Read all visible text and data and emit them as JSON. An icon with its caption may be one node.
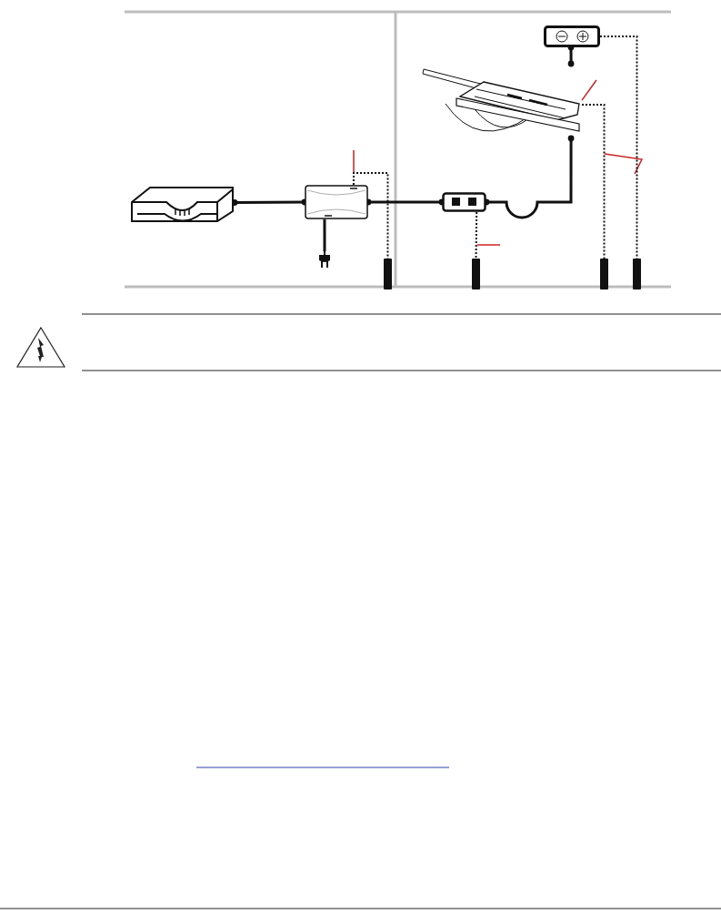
{
  "diagram": {
    "nodes": [
      {
        "text": [],
        "shape": "box"
      },
      {
        "text": [],
        "shape": "box"
      },
      {
        "text": [],
        "shape": "box"
      },
      {
        "text": [],
        "shape": "box"
      },
      {
        "text": [],
        "shape": "box"
      },
      {
        "text": [],
        "shape": "plug"
      },
      {
        "text": [],
        "shape": "bar"
      },
      {
        "text": [],
        "shape": "bar"
      },
      {
        "text": [],
        "shape": "bar"
      },
      {
        "text": [],
        "shape": "bar"
      }
    ],
    "edges": [
      {
        "from": 2,
        "to": 3,
        "arrow": "other"
      },
      {
        "from": 3,
        "to": 4,
        "arrow": "other"
      },
      {
        "from": 4,
        "to": 1,
        "arrow": "other"
      },
      {
        "from": 0,
        "to": 1,
        "arrow": "other"
      },
      {
        "from": 3,
        "to": 5,
        "arrow": "none"
      },
      {
        "from": 3,
        "to": 6,
        "arrow": "none",
        "style": "dashed"
      },
      {
        "from": 4,
        "to": 7,
        "arrow": "none",
        "style": "dashed"
      },
      {
        "from": 1,
        "to": 8,
        "arrow": "none",
        "style": "dashed"
      },
      {
        "from": 0,
        "to": 9,
        "arrow": "none",
        "style": "dashed"
      },
      {
        "from": null,
        "to": 1,
        "arrow": "none",
        "color": "#cc2222"
      }
    ]
  }
}
